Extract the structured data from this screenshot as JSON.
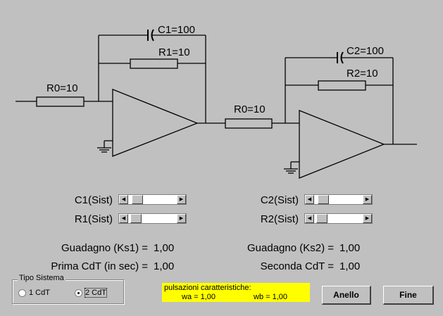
{
  "circuit": {
    "stage1": {
      "c_label": "C1=100",
      "r_label": "R1=10",
      "r0_label": "R0=10"
    },
    "stage2": {
      "c_label": "C2=100",
      "r_label": "R2=10",
      "r0_label": "R0=10"
    }
  },
  "sliders": {
    "c1": {
      "label": "C1(Sist)",
      "level": 0.1
    },
    "r1": {
      "label": "R1(Sist)",
      "level": 0.05
    },
    "c2": {
      "label": "C2(Sist)",
      "level": 0.1
    },
    "r2": {
      "label": "R2(Sist)",
      "level": 0.05
    }
  },
  "readouts": {
    "gain1_label": "Guadagno (Ks1) =",
    "gain1_value": "1,00",
    "gain2_label": "Guadagno (Ks2) =",
    "gain2_value": "1,00",
    "tc1_label": "Prima CdT (in sec) =",
    "tc1_value": "1,00",
    "tc2_label": "Seconda CdT =",
    "tc2_value": "1,00"
  },
  "system_type": {
    "title": "Tipo Sistema",
    "options": [
      "1 CdT",
      "2 CdT"
    ],
    "selected": "2 CdT"
  },
  "pulsations": {
    "title": "pulsazioni caratteristiche:",
    "wa": "wa = 1,00",
    "wb": "wb = 1,00"
  },
  "buttons": {
    "loop": "Anello",
    "end": "Fine"
  },
  "colors": {
    "background": "#c0c0c0",
    "highlight": "#ffff00"
  }
}
